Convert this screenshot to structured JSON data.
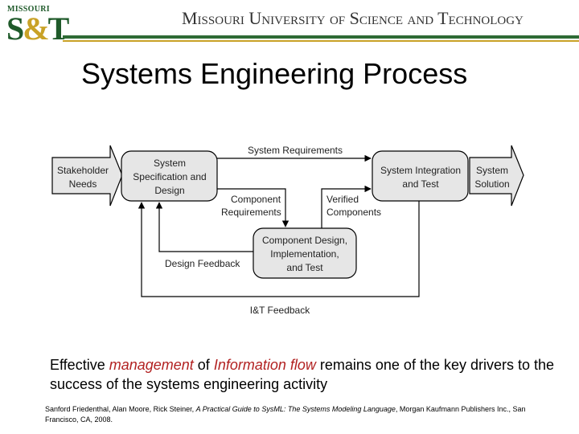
{
  "header": {
    "logo_top": "MISSOURI",
    "logo_s": "S",
    "logo_amp": "&",
    "logo_t": "T",
    "university": "Missouri University of Science and Technology"
  },
  "title": "Systems Engineering Process",
  "diagram": {
    "stakeholder": [
      "Stakeholder",
      "Needs"
    ],
    "spec": [
      "System",
      "Specification and",
      "Design"
    ],
    "integration": [
      "System Integration",
      "and Test"
    ],
    "solution": [
      "System",
      "Solution"
    ],
    "component": [
      "Component Design,",
      "Implementation,",
      "and Test"
    ],
    "system_requirements": "System Requirements",
    "component_requirements": [
      "Component",
      "Requirements"
    ],
    "verified_components": [
      "Verified",
      "Components"
    ],
    "design_feedback": "Design Feedback",
    "it_feedback": "I&T Feedback"
  },
  "statement": {
    "part1": "Effective ",
    "emph1": "management",
    "part2": " of ",
    "emph2": "Information flow",
    "part3": " remains one of the key drivers to the success of the systems engineering activity"
  },
  "citation": {
    "authors": "Sanford Friedenthal, Alan Moore, Rick Steiner, ",
    "book": "A Practical Guide to SysML: The Systems Modeling Language",
    "publisher": ", Morgan Kaufmann Publishers Inc., San Francisco, CA, 2008."
  },
  "colors": {
    "brand_green": "#1f5a2a",
    "brand_gold": "#c9a227",
    "emphasis": "#b22222"
  }
}
